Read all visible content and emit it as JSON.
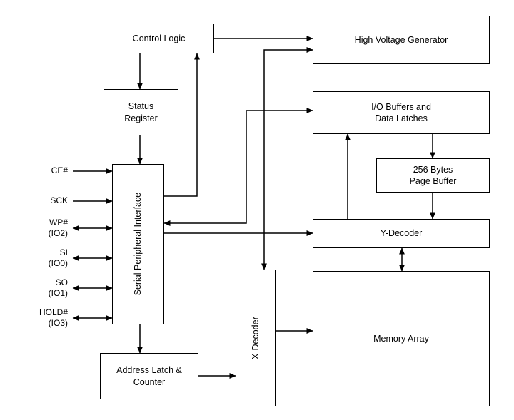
{
  "blocks": {
    "control_logic": {
      "label": "Control Logic"
    },
    "high_voltage_generator": {
      "label": "High Voltage Generator"
    },
    "status_register": {
      "line1": "Status",
      "line2": "Register"
    },
    "io_buffers": {
      "line1": "I/O Buffers and",
      "line2": "Data Latches"
    },
    "page_buffer": {
      "line1": "256 Bytes",
      "line2": "Page Buffer"
    },
    "serial_peripheral_interface": {
      "label": "Serial Peripheral Interface"
    },
    "y_decoder": {
      "label": "Y-Decoder"
    },
    "x_decoder": {
      "label": "X-Decoder"
    },
    "memory_array": {
      "label": "Memory Array"
    },
    "address_latch_counter": {
      "line1": "Address Latch &",
      "line2": "Counter"
    }
  },
  "pins": [
    {
      "name": "CE#",
      "alt": "",
      "direction": "input"
    },
    {
      "name": "SCK",
      "alt": "",
      "direction": "input"
    },
    {
      "name": "WP#",
      "alt": "(IO2)",
      "direction": "bidirectional"
    },
    {
      "name": "SI",
      "alt": "(IO0)",
      "direction": "bidirectional"
    },
    {
      "name": "SO",
      "alt": "(IO1)",
      "direction": "bidirectional"
    },
    {
      "name": "HOLD#",
      "alt": "(IO3)",
      "direction": "bidirectional"
    }
  ],
  "colors": {
    "line": "#000000",
    "box_border": "#000000",
    "box_fill": "#ffffff",
    "text": "#000000",
    "background": "#ffffff"
  }
}
